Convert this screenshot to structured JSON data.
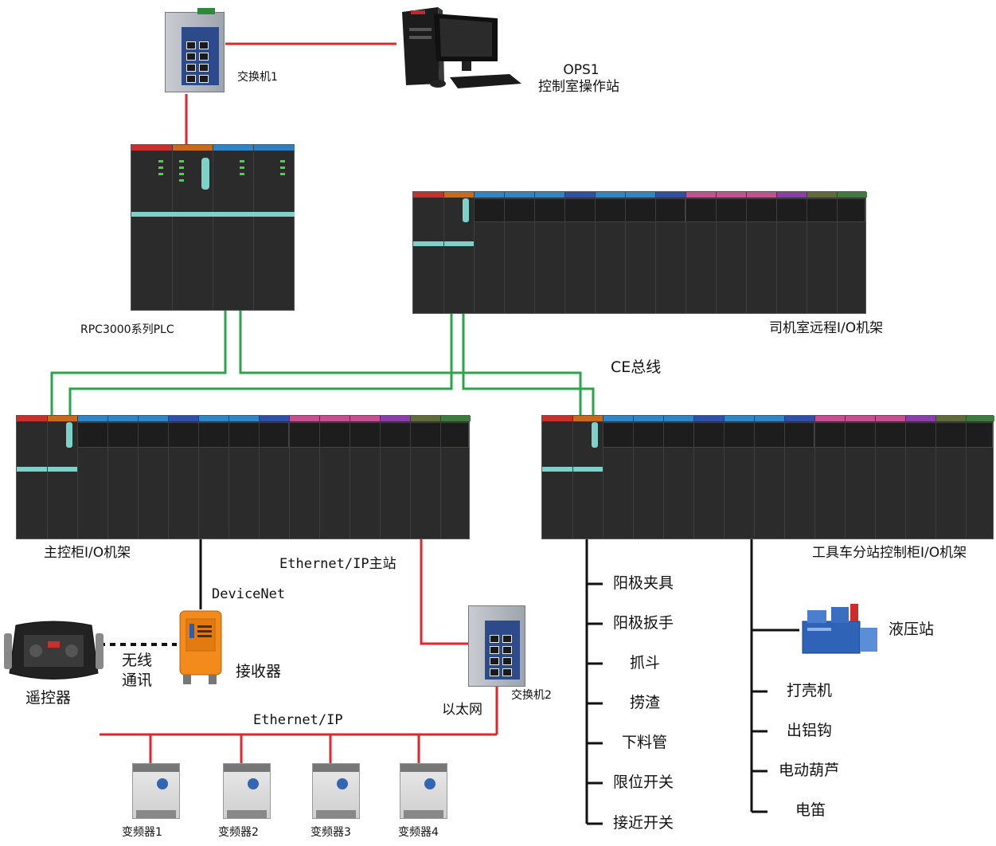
{
  "labels": {
    "switch1": "交换机1",
    "ops_line1": "OPS1",
    "ops_line2": "控制室操作站",
    "plc": "RPC3000系列PLC",
    "remote_rack": "司机室远程I/O机架",
    "ce_bus": "CE总线",
    "main_rack": "主控柜I/O机架",
    "ethernet_master": "Ethernet/IP主站",
    "tool_rack": "工具车分站控制柜I/O机架",
    "devicenet": "DeviceNet",
    "wireless_line1": "无线",
    "wireless_line2": "通讯",
    "receiver": "接收器",
    "remote_control": "遥控器",
    "switch2": "交换机2",
    "ethernet": "以太网",
    "ethernet_ip": "Ethernet/IP",
    "vfds": [
      "变频器1",
      "变频器2",
      "变频器3",
      "变频器4"
    ],
    "left_branch": [
      "阳极夹具",
      "阳极扳手",
      "抓斗",
      "捞渣",
      "下料管",
      "限位开关",
      "接近开关"
    ],
    "hydraulic": "液压站",
    "right_branch": [
      "打壳机",
      "出铝钩",
      "电动葫芦",
      "电笛"
    ]
  },
  "colors": {
    "ethernet_line": "#e8232b",
    "ce_bus_line": "#2aa64a",
    "device_line": "#111111",
    "panel_body": "#2b2b2b",
    "receiver_orange": "#f28a1c"
  },
  "icons": {
    "switch": "industrial-switch-icon",
    "pc": "desktop-pc-icon",
    "receiver": "receiver-icon",
    "remote": "remote-control-icon",
    "vfd": "vfd-icon",
    "hydraulic": "hydraulic-station-icon"
  }
}
